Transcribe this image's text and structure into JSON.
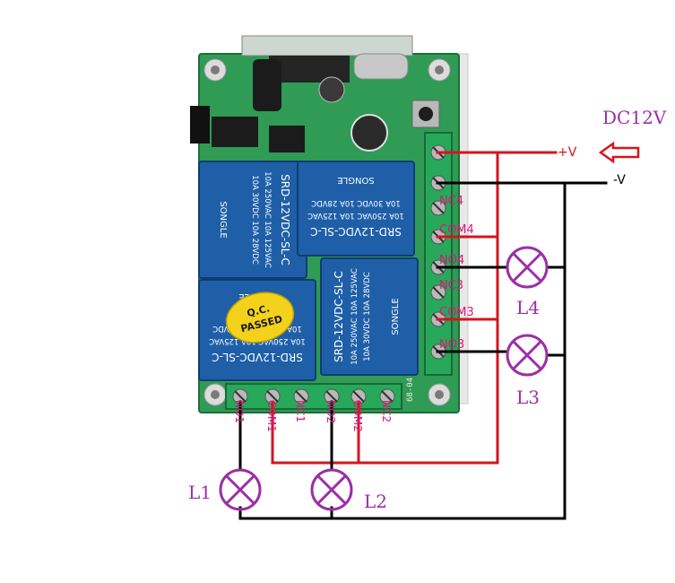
{
  "power": {
    "voltage_label": "DC12V",
    "positive_label": "+V",
    "negative_label": "-V",
    "input_arrow_icon": "arrow-left-icon"
  },
  "board": {
    "qc_sticker_line1": "Q.C.",
    "qc_sticker_line2": "PASSED",
    "module_code": "68-04",
    "relays": [
      {
        "brand": "SONGLE",
        "model": "SRD-12VDC-SL-C",
        "rating_1": "10A 250VAC 10A 125VAC",
        "rating_2": "10A 30VDC 10A 28VDC"
      },
      {
        "brand": "SONGLE",
        "model": "SRD-12VDC-SL-C",
        "rating_1": "10A 250VAC 10A 125VAC",
        "rating_2": "10A 30VDC 10A 28VDC"
      },
      {
        "brand": "SONGLE",
        "model": "SRD-12VDC-SL-C",
        "rating_1": "10A 250VAC 10A 125VAC",
        "rating_2": "10A 30VDC 10A 28VDC"
      },
      {
        "brand": "SONGLE",
        "model": "SRD-12VDC-SL-C",
        "rating_1": "10A 250VAC 10A 125VAC",
        "rating_2": "10A 30VDC 10A 28VDC"
      }
    ]
  },
  "right_terminals": [
    "NC4",
    "COM4",
    "NO4",
    "NC3",
    "COM3",
    "NO3"
  ],
  "bottom_terminals": [
    "NO1",
    "COM1",
    "NC1",
    "NO2",
    "COM2",
    "NC2"
  ],
  "lamps": [
    "L1",
    "L2",
    "L3",
    "L4"
  ],
  "colors": {
    "positive_wire": "#d6141e",
    "negative_wire": "#000000",
    "lamp": "#9b2fa6",
    "terminal_label": "#e0157a",
    "pcb": "#2e9a52",
    "relay": "#1f5fa8",
    "terminal_block": "#27a85a"
  }
}
